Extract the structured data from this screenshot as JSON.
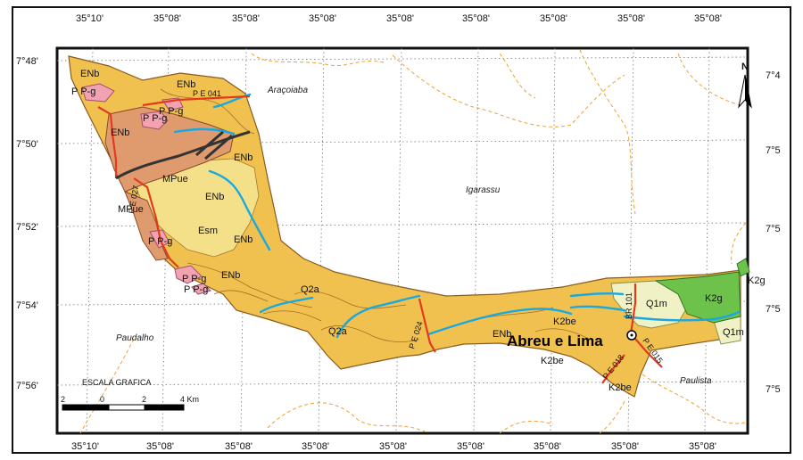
{
  "top_ticks": [
    "35°10'",
    "35°08'",
    "35°08'",
    "35°08'",
    "35°08'",
    "35°08'",
    "35°08'",
    "35°08'",
    "35°08'"
  ],
  "bottom_ticks": [
    "35°10'",
    "35°08'",
    "35°08'",
    "35°08'",
    "35°08'",
    "35°08'",
    "35°08'",
    "35°08'",
    "35°08'"
  ],
  "left_ticks": [
    "7°48'",
    "7°50'",
    "7°52'",
    "7°54'",
    "7°56'"
  ],
  "right_ticks": [
    "7°4",
    "7°5",
    "7°5",
    "7°5",
    "7°5"
  ],
  "places": {
    "aracoiaba": "Araçoiaba",
    "igarassu": "Igarassu",
    "paudalho": "Paudalho",
    "paulista": "Paulista",
    "city": "Abreu e Lima"
  },
  "north_label": "N",
  "scale": {
    "title": "ESCALA GRAFICA",
    "ticks": [
      "2",
      "0",
      "2",
      "4 Km"
    ]
  },
  "unit_labels": {
    "enb_1": "ENb",
    "enb_2": "ENb",
    "enb_3": "ENb",
    "enb_4": "ENb",
    "enb_5": "ENb",
    "enb_6": "ENb",
    "enb_7": "ENb",
    "ppg_1": "P P-g",
    "ppg_2": "P P-g",
    "ppg_3": "P P-g",
    "ppg_4": "P P-g",
    "ppg_5": "P P-g",
    "ppg_6": "P P-g",
    "mpue_1": "MPue",
    "mpue_2": "MPue",
    "esm": "Esm",
    "q2a_1": "Q2a",
    "q2a_2": "Q2a",
    "k2be_1": "K2be",
    "k2be_2": "K2be",
    "k2be_3": "K2be",
    "q1m_1": "Q1m",
    "q1m_2": "Q1m",
    "k2g_1": "K2g",
    "k2g_2": "K2g",
    "road_pe041": "P E 041",
    "road_pe027": "P E 027",
    "road_pe024": "P E 024",
    "road_br101": "BR 101",
    "road_pe015": "P E 015",
    "road_pe018": "P E 018"
  },
  "colors": {
    "enb": "#f1c150",
    "esm": "#f5e08a",
    "mpue": "#df9a6e",
    "ppg": "#f2a2b0",
    "q1m": "#f0f2c6",
    "k2g": "#6cc24a",
    "river": "#19a9de",
    "road": "#e33a1e",
    "boundary": "#f0a030",
    "fault": "#333333"
  }
}
